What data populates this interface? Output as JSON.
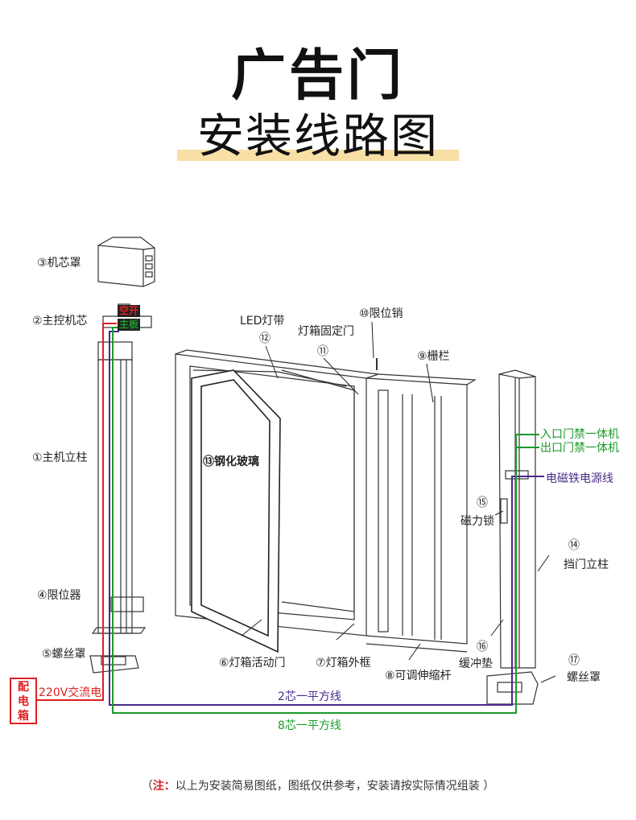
{
  "title": "广告门",
  "subtitle": "安装线路图",
  "labels": {
    "l3": "③机芯罩",
    "l2": "②主控机芯",
    "l1": "①主机立柱",
    "l4": "④限位器",
    "l5": "⑤螺丝罩",
    "led": "LED灯带",
    "l12": "⑫",
    "l10": "⑩限位销",
    "fixed_door": "灯箱固定门",
    "l11": "⑪",
    "l9": "⑨栅栏",
    "l13": "⑬钢化玻璃",
    "l15": "⑮",
    "maglock": "磁力锁",
    "l14": "⑭",
    "stop_post": "挡门立柱",
    "l16": "⑯",
    "buffer": "缓冲垫",
    "l17": "⑰",
    "screw_cover": "螺丝罩",
    "l6": "⑥灯箱活动门",
    "l7": "⑦灯箱外框",
    "l8": "⑧可调伸缩杆"
  },
  "tags": {
    "breaker": "空开",
    "board": "主板"
  },
  "wires": {
    "power_box": "配电箱",
    "ac": "220V交流电",
    "two_core": "2芯一平方线",
    "eight_core": "8芯一平方线",
    "entry": "入口门禁一体机",
    "exit": "出口门禁一体机",
    "magnet_power": "电磁铁电源线"
  },
  "note": {
    "prefix": "（",
    "bold": "注：",
    "text": "以上为安装简易图纸，图纸仅供参考，安装请按实际情况组装 ）"
  },
  "colors": {
    "power": "#e02020",
    "two_core": "#4a2a8a",
    "eight_core": "#1a9a2a",
    "highlight": "#f8dfa6"
  }
}
